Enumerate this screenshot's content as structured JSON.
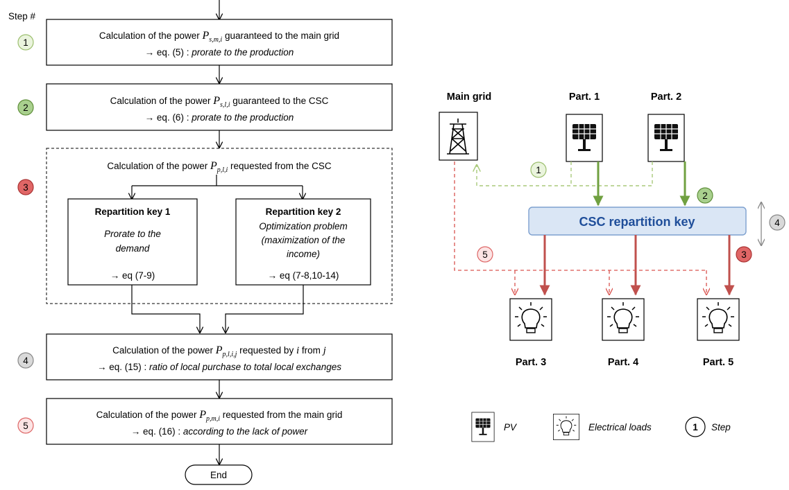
{
  "flowchart": {
    "step_header": "Step #",
    "steps": [
      {
        "number": "1",
        "line1": {
          "prefix": "Calculation of the power ",
          "var": "P",
          "sub": "s,m,i",
          "suffix": " guaranteed to the main grid"
        },
        "line2": {
          "prefix": "→ eq. (5) : ",
          "italic": "prorate to the production"
        }
      },
      {
        "number": "2",
        "line1": {
          "prefix": "Calculation of the power ",
          "var": "P",
          "sub": "s,l,i",
          "suffix": " guaranteed to the CSC"
        },
        "line2": {
          "prefix": "→ eq. (6) : ",
          "italic": "prorate to the production"
        }
      },
      {
        "number": "3",
        "line1": {
          "prefix": "Calculation of the power ",
          "var": "P",
          "sub": "p,l,i",
          "suffix": " requested from the CSC"
        },
        "key1": {
          "title": "Repartition key 1",
          "desc1": "Prorate to the",
          "desc2": "demand",
          "eq": "→ eq (7-9)"
        },
        "key2": {
          "title": "Repartition key 2",
          "desc1": "Optimization problem",
          "desc2": "(maximization of the",
          "desc3": "income)",
          "eq": "→ eq (7-8,10-14)"
        }
      },
      {
        "number": "4",
        "line1": {
          "prefix": "Calculation of the power ",
          "var": "P",
          "sub": "p,l,i,j",
          "mid": " requested by ",
          "var2": "i",
          "mid2": " from ",
          "var3": "j"
        },
        "line2": {
          "prefix": "→ eq. (15) : ",
          "italic": "ratio of local purchase to total local exchanges"
        }
      },
      {
        "number": "5",
        "line1": {
          "prefix": "Calculation of the power ",
          "var": "P",
          "sub": "p,m,i",
          "suffix": " requested from the main grid"
        },
        "line2": {
          "prefix": "→ eq. (16) : ",
          "italic": "according to the lack of power"
        }
      }
    ],
    "end_label": "End"
  },
  "network": {
    "main_grid_label": "Main grid",
    "part1_label": "Part. 1",
    "part2_label": "Part. 2",
    "part3_label": "Part. 3",
    "part4_label": "Part. 4",
    "part5_label": "Part. 5",
    "csc_key_label": "CSC repartition key",
    "step_markers": [
      "1",
      "2",
      "3",
      "4",
      "5"
    ]
  },
  "legend": {
    "pv_label": "PV",
    "loads_label": "Electrical loads",
    "step_number": "1",
    "step_label": "Step"
  },
  "colors": {
    "step1": "#eaf4dd",
    "step1_border": "#9cbf6e",
    "step2": "#a9d08e",
    "step2_border": "#5f8f3a",
    "step3": "#e06666",
    "step3_border": "#a33",
    "step4": "#d9d9d9",
    "step4_border": "#888",
    "step5": "#fce4e4",
    "step5_border": "#d66",
    "green_arrow": "#70a040",
    "light_green_dash": "#a9c97a",
    "red_arrow": "#c0504d",
    "red_dash": "#d9534f",
    "csc_fill": "#dae6f5",
    "csc_stroke": "#7da0cf",
    "csc_text": "#1f4e9a"
  }
}
